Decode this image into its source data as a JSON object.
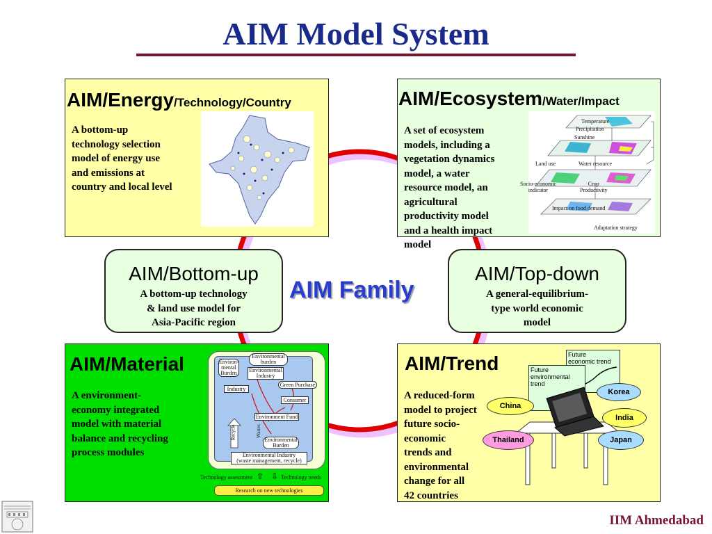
{
  "title": "AIM Model System",
  "center_label": "AIM Family",
  "footer": "IIM Ahmedabad",
  "energy": {
    "title": "AIM/Energy",
    "subtitle": "/Technology/Country",
    "desc": [
      "A bottom-up",
      "technology selection",
      "model of energy use",
      "and emissions at",
      "country and local level"
    ]
  },
  "ecosystem": {
    "title": "AIM/Ecosystem",
    "subtitle": "/Water/Impact",
    "desc": [
      "A set of ecosystem",
      "models, including a",
      "vegetation dynamics",
      "model, a water",
      "resource model, an",
      "agricultural",
      "productivity model",
      "and a health impact",
      "model"
    ],
    "figure_labels": {
      "temperature": "Temperature",
      "precipitation": "Precipitation",
      "sunshine": "Sunshine",
      "land_use": "Land use",
      "water_resource": "Water resource",
      "socio_economic_1": "Socio-economic",
      "socio_economic_2": "indicator",
      "crop_1": "Crop",
      "crop_2": "Productivity",
      "impact_food": "Impact on food demand",
      "adaptation": "Adaptation strategy"
    }
  },
  "bottom_up": {
    "title": "AIM/Bottom-up",
    "desc": [
      "A bottom-up technology",
      "& land use model for",
      "Asia-Pacific region"
    ]
  },
  "top_down": {
    "title": "AIM/Top-down",
    "desc": [
      "A general-equilibrium-",
      "type world economic",
      "model"
    ]
  },
  "material": {
    "title": "AIM/Material",
    "desc": [
      "A environment-",
      "economy integrated",
      "model with material",
      "balance and recycling",
      "process modules"
    ],
    "figure_labels": {
      "env_burden_1": "Environ-",
      "env_burden_2": "mental",
      "env_burden_3": "Burden",
      "env_burden_top_1": "Environmental",
      "env_burden_top_2": "burden",
      "env_industry_1": "Environmental",
      "env_industry_2": "Industry",
      "industry": "Industry",
      "green_purchase": "Green Purchase",
      "consumer": "Consumer",
      "env_fund": "Environment Fund",
      "recycle": "Recycle",
      "waste": "Wastes",
      "env_burden_low_1": "Environmental",
      "env_burden_low_2": "Burden",
      "env_industry_low_1": "Environmental Industry",
      "env_industry_low_2": "(waste management, recycle)",
      "tech_assessment": "Technology assessment",
      "tech_needs": "Technology needs",
      "research": "Research on new technologies"
    }
  },
  "trend": {
    "title": "AIM/Trend",
    "desc": [
      "A reduced-form",
      "model to project",
      "future socio-",
      "economic",
      "trends and",
      "environmental",
      "change for all",
      "42 countries"
    ],
    "figure_labels": {
      "future_econ_1": "Future",
      "future_econ_2": "economic trend",
      "future_env_1": "Future",
      "future_env_2": "environmental",
      "future_env_3": "trend",
      "korea": "Korea",
      "china": "China",
      "india": "India",
      "thailand": "Thailand",
      "japan": "Japan"
    }
  },
  "colors": {
    "title": "#1a2a8a",
    "rule": "#7a1530",
    "yellow_box": "#ffffa8",
    "mint_box": "#e8ffe0",
    "green_box": "#00e000",
    "ring_red": "#e00000",
    "ring_pink": "#f0c0ff",
    "family_blue": "#2a3ccc",
    "country_oval": "#ffff66"
  }
}
